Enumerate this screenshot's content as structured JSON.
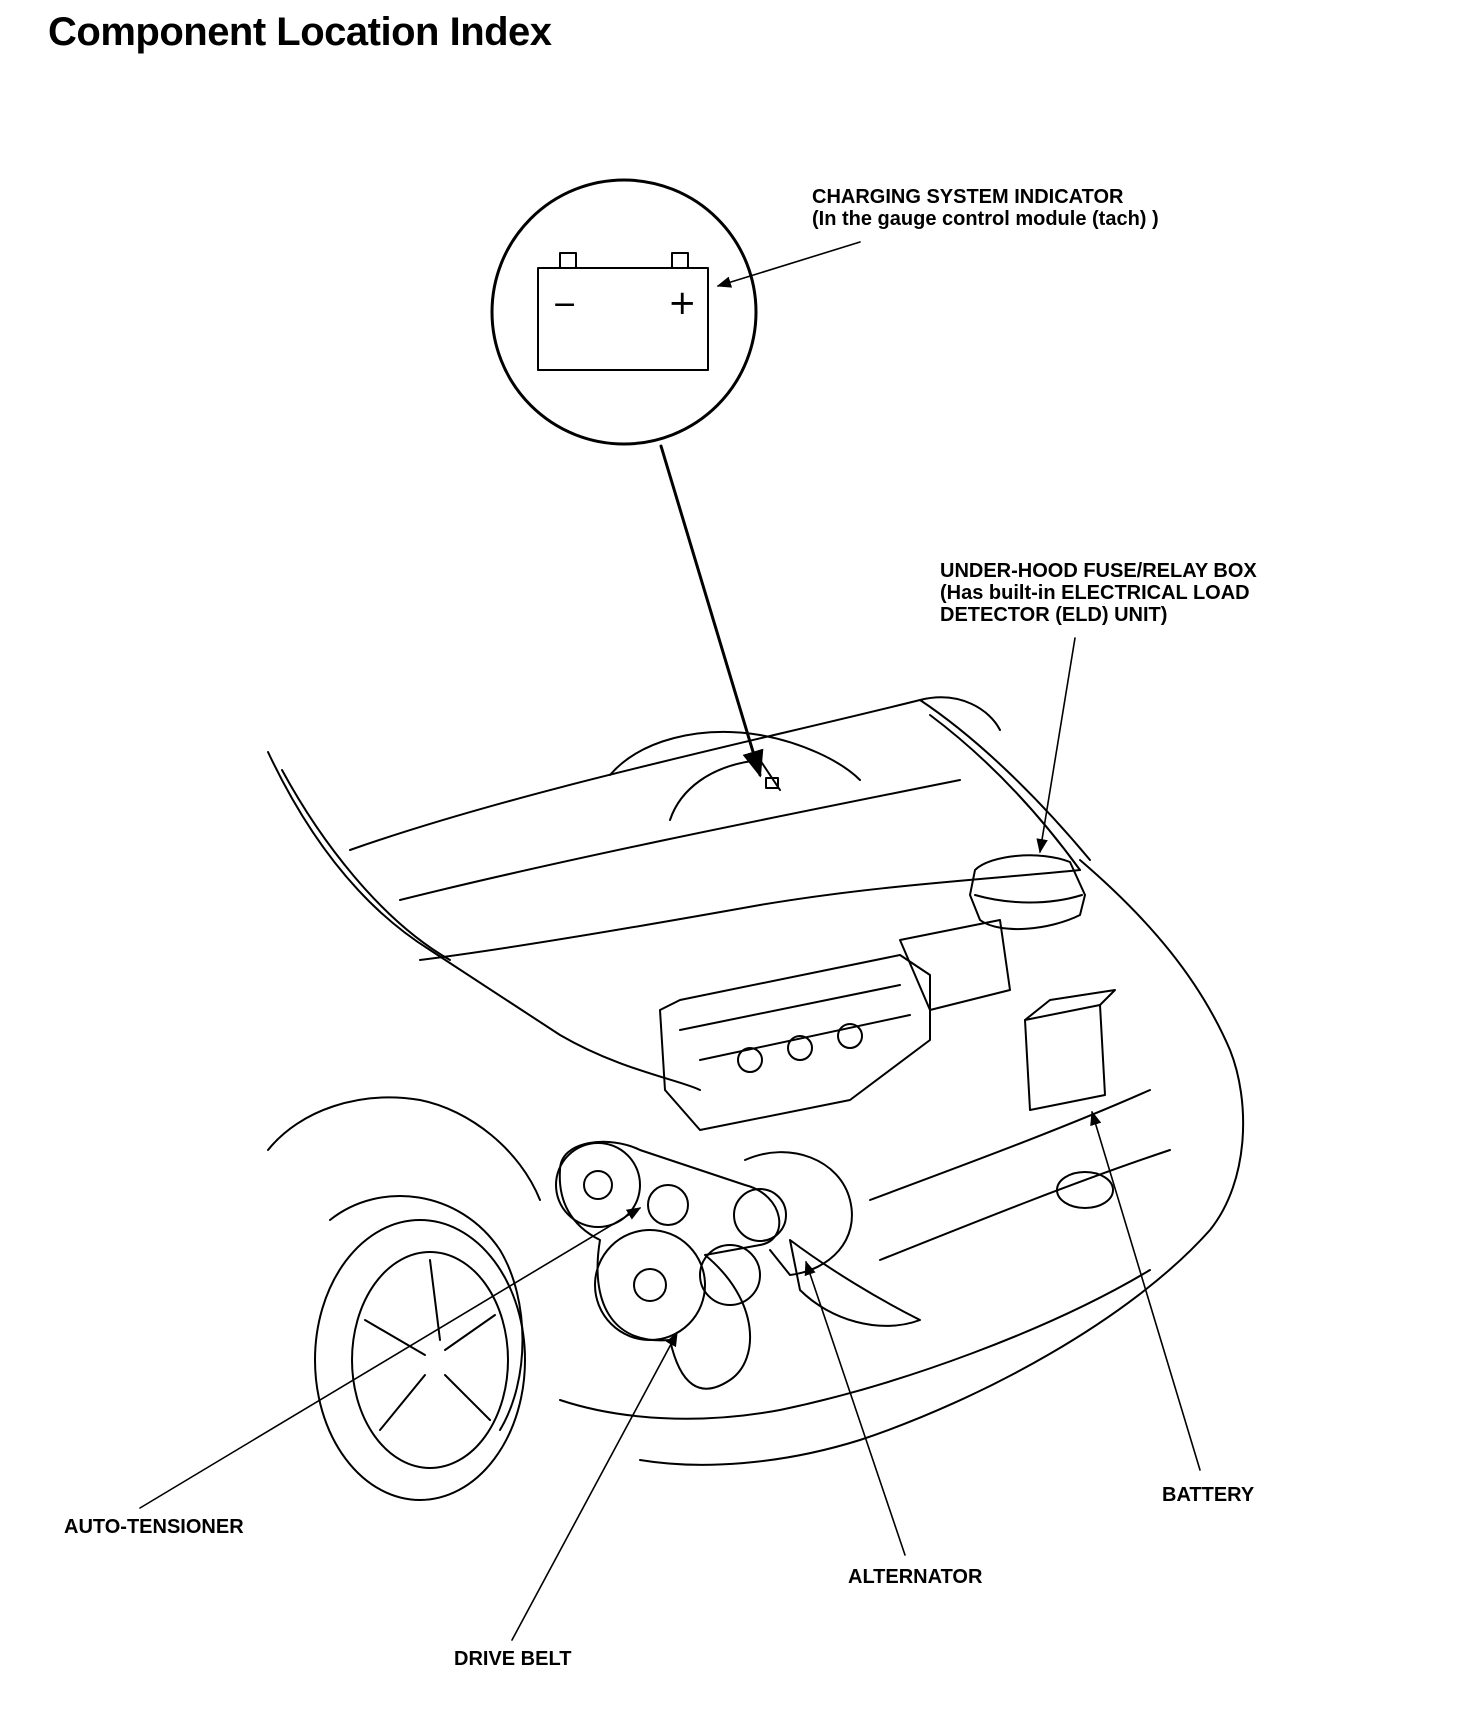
{
  "page_title": "Component Location Index",
  "callouts": {
    "charging_indicator": {
      "title": "CHARGING SYSTEM INDICATOR",
      "note": "(In the gauge control module (tach) )"
    },
    "fuse_box": {
      "line1": "UNDER-HOOD FUSE/RELAY BOX",
      "line2": "(Has built-in ELECTRICAL LOAD",
      "line3": "DETECTOR (ELD) UNIT)"
    },
    "battery": "BATTERY",
    "auto_tensioner": "AUTO-TENSIONER",
    "alternator": "ALTERNATOR",
    "drive_belt": "DRIVE BELT"
  },
  "icon_glyphs": {
    "minus": "−",
    "plus": "+"
  }
}
